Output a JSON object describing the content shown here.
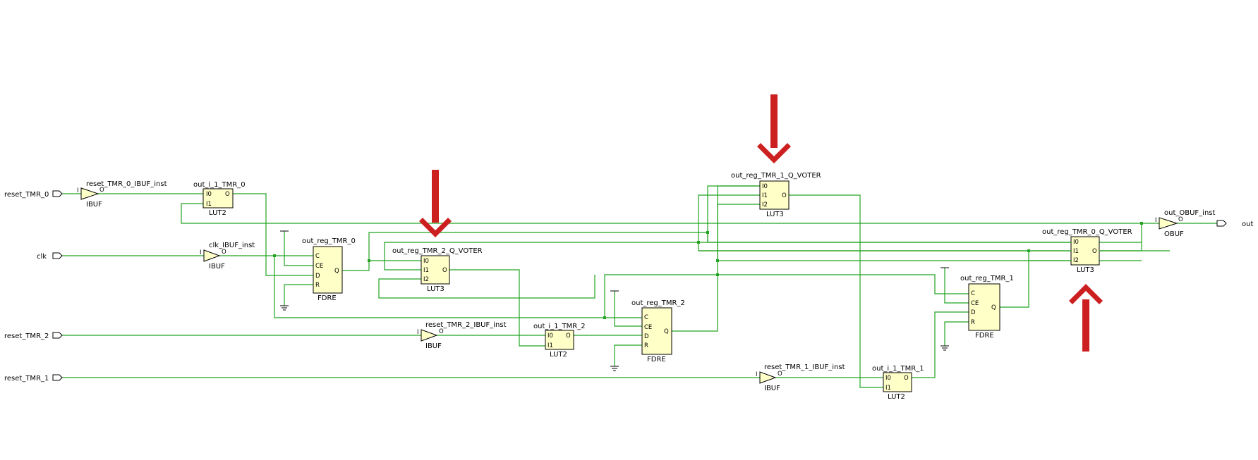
{
  "colors": {
    "wire": "#22a322",
    "cell_fill": "#ffffc8",
    "arrow": "#cc1f1f"
  },
  "ports": {
    "reset_tmr_0": "reset_TMR_0",
    "clk": "clk",
    "reset_tmr_2": "reset_TMR_2",
    "reset_tmr_1": "reset_TMR_1",
    "out": "out"
  },
  "buffers": {
    "reset0": {
      "name": "reset_TMR_0_IBUF_inst",
      "type": "IBUF",
      "in": "I",
      "out": "O"
    },
    "clk": {
      "name": "clk_IBUF_inst",
      "type": "IBUF",
      "in": "I",
      "out": "O"
    },
    "reset2": {
      "name": "reset_TMR_2_IBUF_inst",
      "type": "IBUF",
      "in": "I",
      "out": "O"
    },
    "reset1": {
      "name": "reset_TMR_1_IBUF_inst",
      "type": "IBUF",
      "in": "I",
      "out": "O"
    },
    "out": {
      "name": "out_OBUF_inst",
      "type": "OBUF",
      "in": "I",
      "out": "O"
    }
  },
  "luts": {
    "out_i_1_tmr_0": {
      "name": "out_i_1_TMR_0",
      "type": "LUT2",
      "pins": [
        "I0",
        "I1"
      ],
      "out": "O"
    },
    "out_i_1_tmr_2": {
      "name": "out_i_1_TMR_2",
      "type": "LUT2",
      "pins": [
        "I0",
        "I1"
      ],
      "out": "O"
    },
    "out_i_1_tmr_1": {
      "name": "out_i_1_TMR_1",
      "type": "LUT2",
      "pins": [
        "I0",
        "I1"
      ],
      "out": "O"
    },
    "voter_tmr_2": {
      "name": "out_reg_TMR_2_Q_VOTER",
      "type": "LUT3",
      "pins": [
        "I0",
        "I1",
        "I2"
      ],
      "out": "O"
    },
    "voter_tmr_1": {
      "name": "out_reg_TMR_1_Q_VOTER",
      "type": "LUT3",
      "pins": [
        "I0",
        "I1",
        "I2"
      ],
      "out": "O"
    },
    "voter_tmr_0": {
      "name": "out_reg_TMR_0_Q_VOTER",
      "type": "LUT3",
      "pins": [
        "I0",
        "I1",
        "I2"
      ],
      "out": "O"
    }
  },
  "flops": {
    "tmr_0": {
      "name": "out_reg_TMR_0",
      "type": "FDRE",
      "pins": [
        "C",
        "CE",
        "D",
        "R"
      ],
      "out": "Q"
    },
    "tmr_2": {
      "name": "out_reg_TMR_2",
      "type": "FDRE",
      "pins": [
        "C",
        "CE",
        "D",
        "R"
      ],
      "out": "Q"
    },
    "tmr_1": {
      "name": "out_reg_TMR_1",
      "type": "FDRE",
      "pins": [
        "C",
        "CE",
        "D",
        "R"
      ],
      "out": "Q"
    }
  }
}
